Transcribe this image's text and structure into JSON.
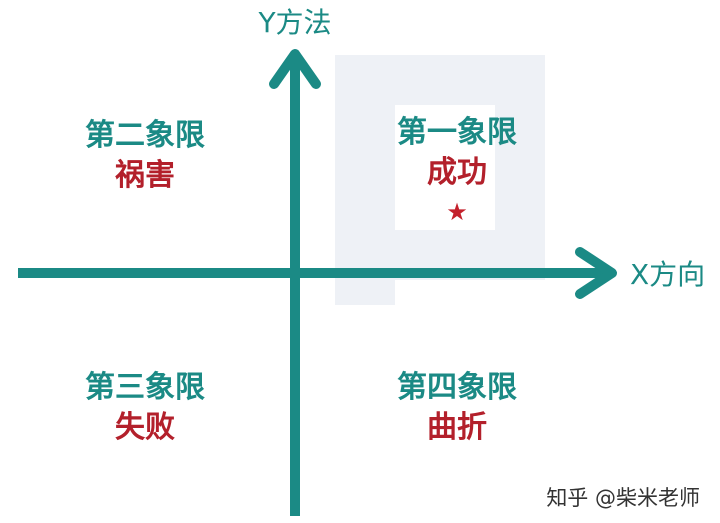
{
  "axes": {
    "y_label": "Y方法",
    "x_label": "X方向",
    "color": "#1b8a85"
  },
  "quadrants": [
    {
      "title": "第二象限",
      "subtitle": "祸害"
    },
    {
      "title": "第一象限",
      "subtitle": "成功"
    },
    {
      "title": "第三象限",
      "subtitle": "失败"
    },
    {
      "title": "第四象限",
      "subtitle": "曲折"
    }
  ],
  "marker": {
    "symbol": "★",
    "color": "#c4202b"
  },
  "watermark": {
    "text": "知乎 @柴米老师"
  },
  "colors": {
    "title": "#1b8a85",
    "subtitle": "#b3202b"
  }
}
